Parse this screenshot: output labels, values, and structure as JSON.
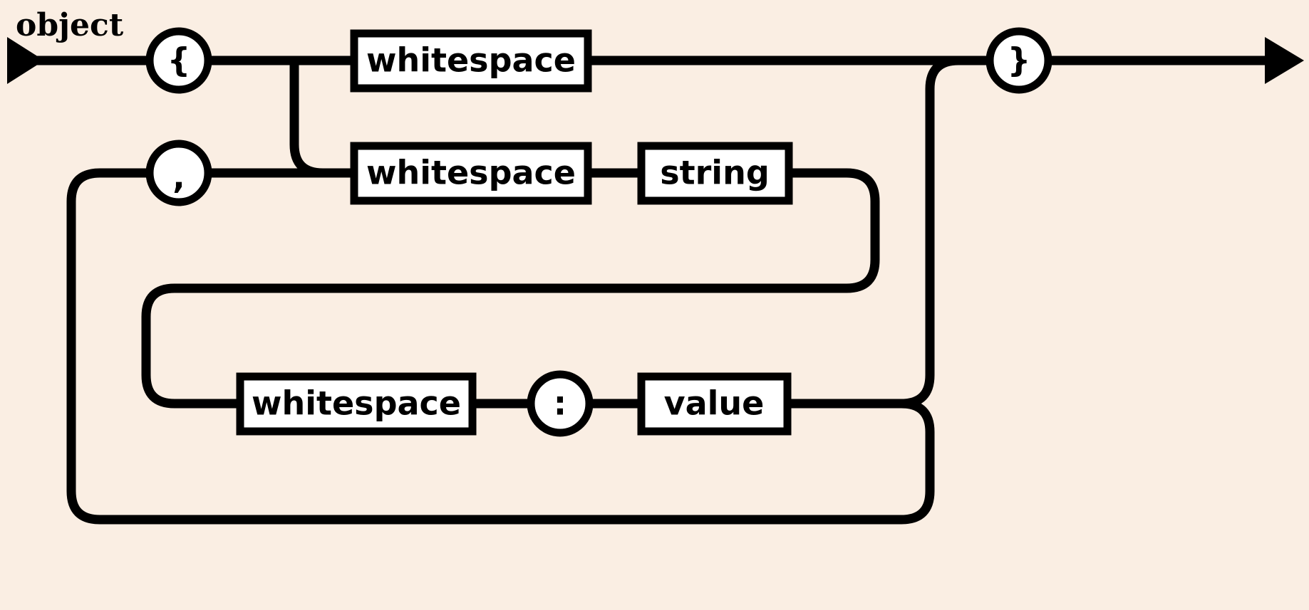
{
  "diagram": {
    "kind": "railroad-syntax-diagram",
    "title": "object",
    "background_color": "#faeee3",
    "stroke_color": "#000000",
    "node_fill_color": "#ffffff",
    "terminals": [
      {
        "id": "open-brace",
        "label": "{",
        "shape": "circle"
      },
      {
        "id": "comma",
        "label": ",",
        "shape": "circle"
      },
      {
        "id": "colon",
        "label": ":",
        "shape": "circle"
      },
      {
        "id": "close-brace",
        "label": "}",
        "shape": "circle"
      }
    ],
    "nonterminals": [
      {
        "id": "whitespace-1",
        "label": "whitespace",
        "shape": "box"
      },
      {
        "id": "whitespace-2",
        "label": "whitespace",
        "shape": "box"
      },
      {
        "id": "string",
        "label": "string",
        "shape": "box"
      },
      {
        "id": "whitespace-3",
        "label": "whitespace",
        "shape": "box"
      },
      {
        "id": "value",
        "label": "value",
        "shape": "box"
      }
    ],
    "entry": {
      "id": "entry-arrow",
      "label": "start"
    },
    "exit": {
      "id": "exit-arrow",
      "label": "end"
    }
  }
}
